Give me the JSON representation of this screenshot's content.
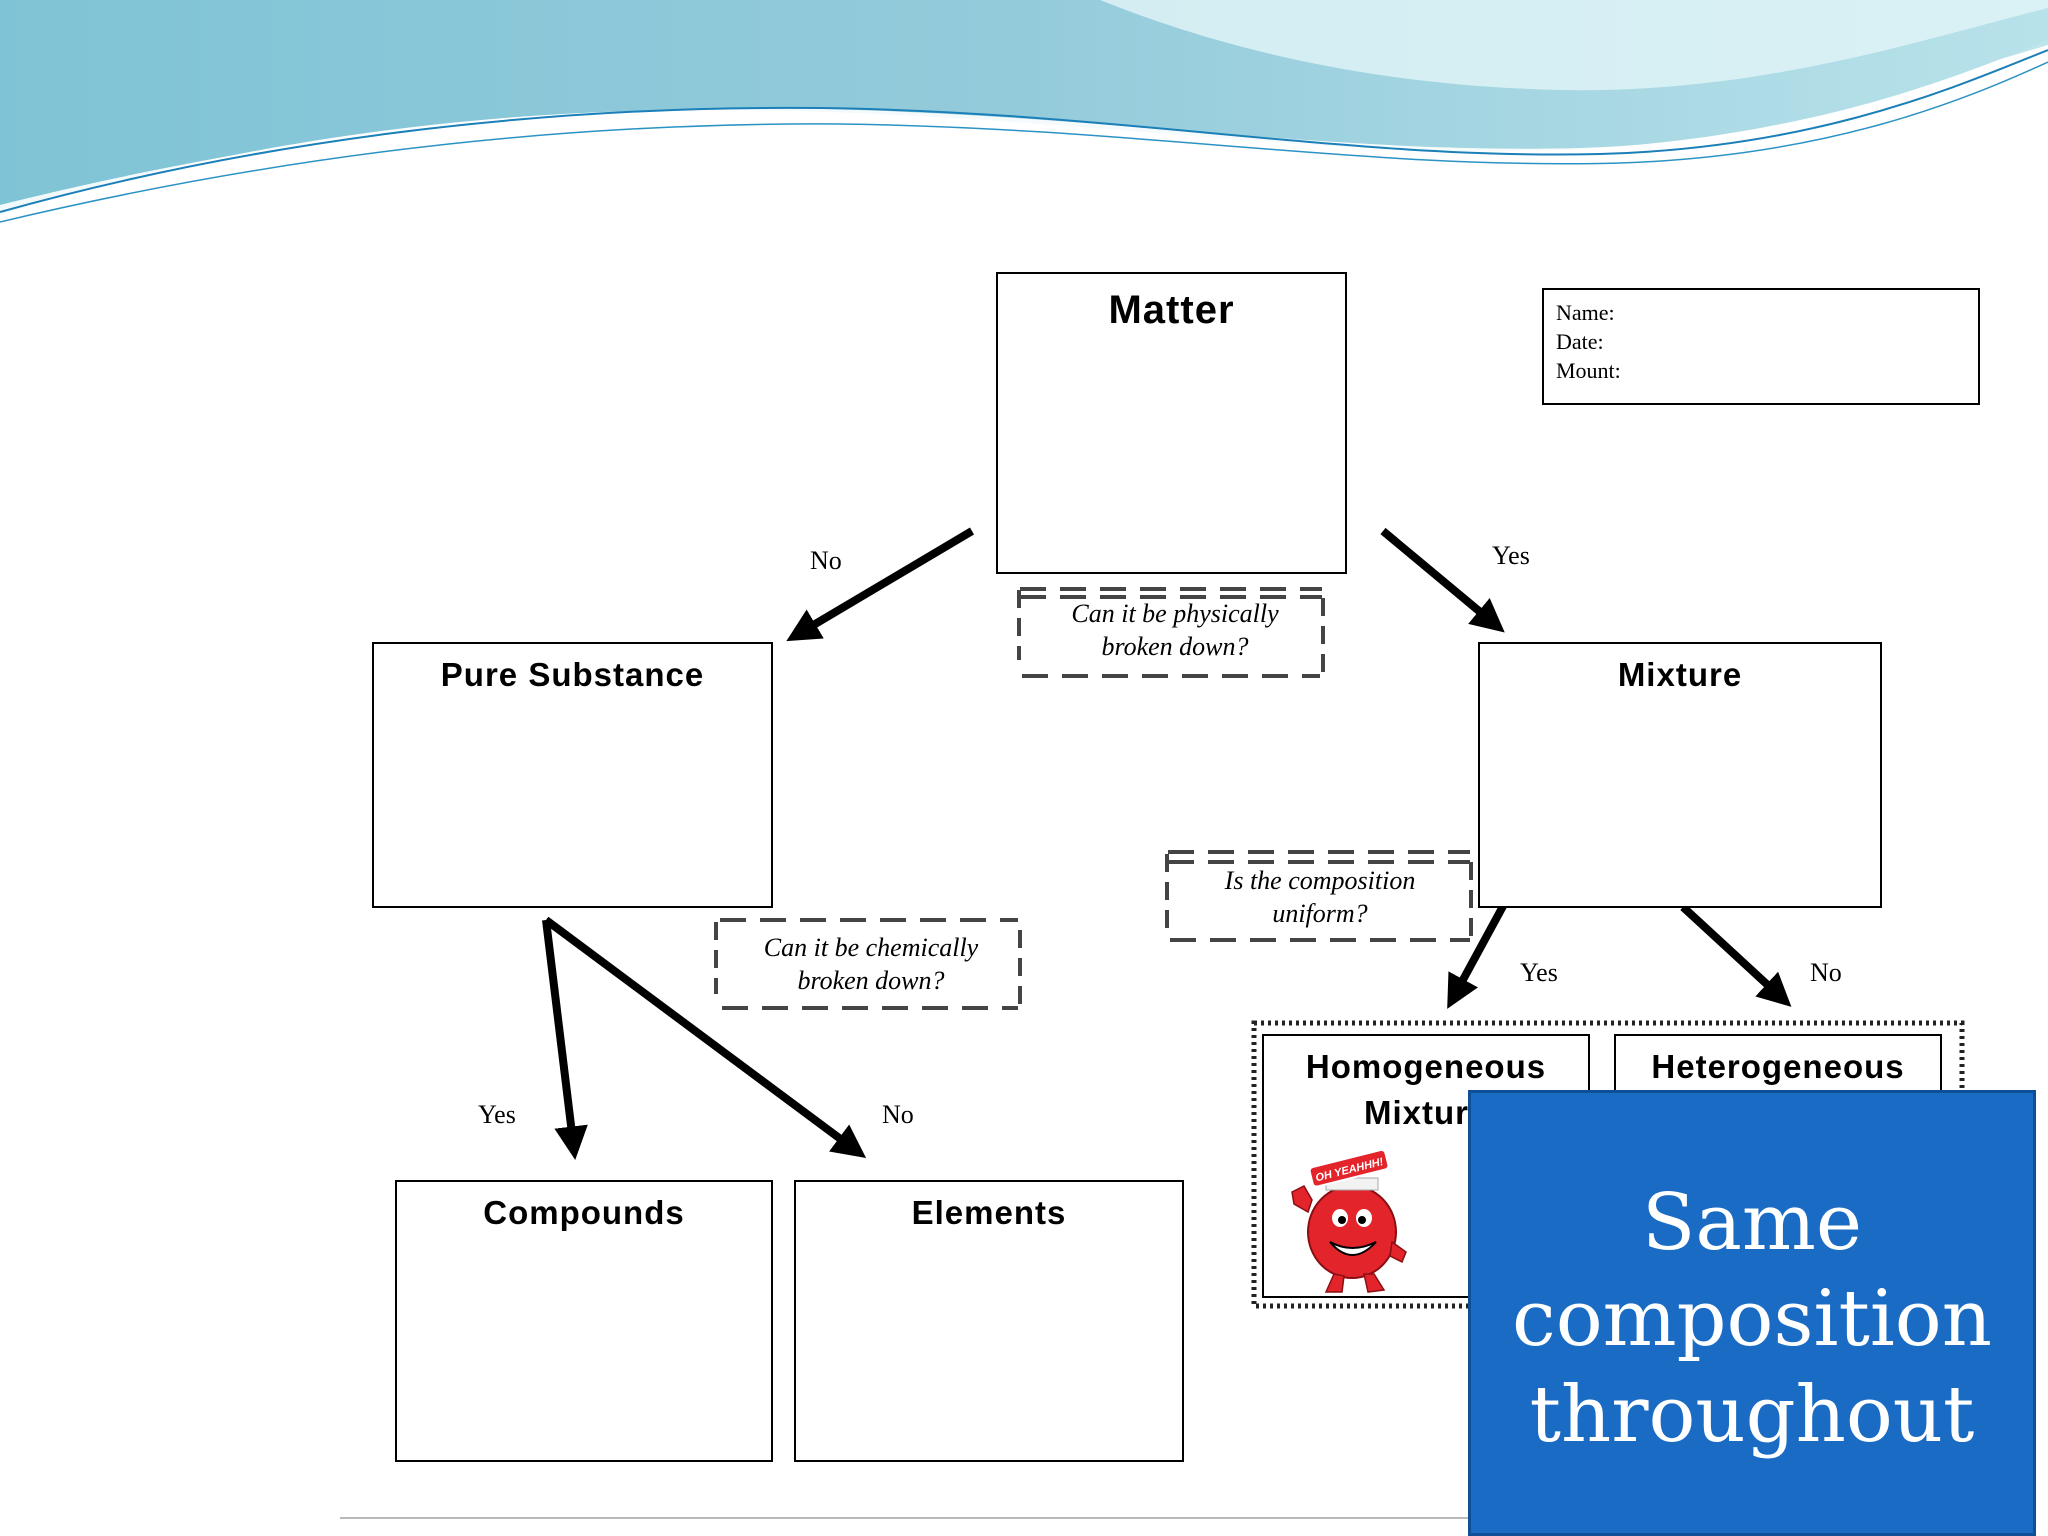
{
  "diagram": {
    "nodes": {
      "matter": "Matter",
      "pure_substance": "Pure Substance",
      "mixture": "Mixture",
      "compounds": "Compounds",
      "elements": "Elements",
      "homogeneous": [
        "Homogeneous",
        "Mixtur"
      ],
      "heterogeneous": "Heterogeneous"
    },
    "questions": {
      "physically": [
        "Can it be physically",
        "broken down?"
      ],
      "chemically": [
        "Can it be chemically",
        "broken down?"
      ],
      "composition": [
        "Is the composition",
        "uniform?"
      ]
    },
    "edge_labels": {
      "matter_to_pure": "No",
      "matter_to_mixture": "Yes",
      "pure_to_compounds": "Yes",
      "pure_to_elements": "No",
      "mixture_to_homogeneous": "Yes",
      "mixture_to_heterogeneous": "No"
    },
    "info_box": [
      "Name:",
      "Date:",
      "Mount:"
    ],
    "mascot_text": "OH YEAHHH!"
  },
  "callout": {
    "lines": [
      "Same",
      "composition",
      "throughout"
    ]
  },
  "colors": {
    "wave_light": "#b7e3ea",
    "wave_mid": "#7cc6d6",
    "wave_line": "#1b7fb8",
    "callout_bg": "#1a6bc3",
    "mascot_red": "#e3242b"
  }
}
